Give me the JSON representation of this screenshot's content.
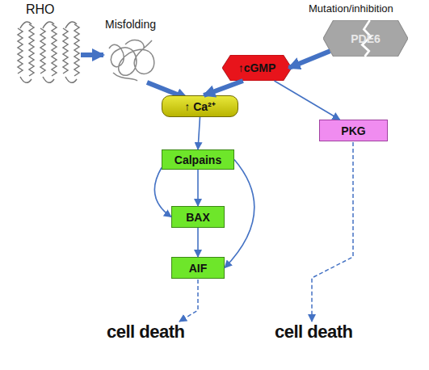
{
  "diagram": {
    "nodes": [
      {
        "text": [
          "PDE6"
        ]
      },
      {
        "text": [
          "↑cGMP"
        ]
      },
      {
        "text": [
          "↑ Ca²⁺"
        ]
      },
      {
        "text": [
          "PKG"
        ]
      },
      {
        "text": [
          "Calpains"
        ]
      },
      {
        "text": [
          "BAX"
        ]
      },
      {
        "text": [
          "AIF"
        ]
      }
    ],
    "edges": [
      {
        "from": 0,
        "to": 1,
        "arrow": "to"
      },
      {
        "from": 1,
        "to": 2,
        "arrow": "to"
      },
      {
        "from": 1,
        "to": 3,
        "arrow": "to"
      },
      {
        "from": 2,
        "to": 4,
        "arrow": "to"
      },
      {
        "from": 4,
        "to": 5,
        "arrow": "to"
      },
      {
        "from": 4,
        "to": 5,
        "arrow": "to"
      },
      {
        "from": 4,
        "to": 6,
        "arrow": "to"
      },
      {
        "from": 5,
        "to": 6,
        "arrow": "to"
      }
    ],
    "labels": [
      "RHO",
      "Misfolding",
      "Mutation/inhibition",
      "cell death",
      "cell death"
    ]
  }
}
